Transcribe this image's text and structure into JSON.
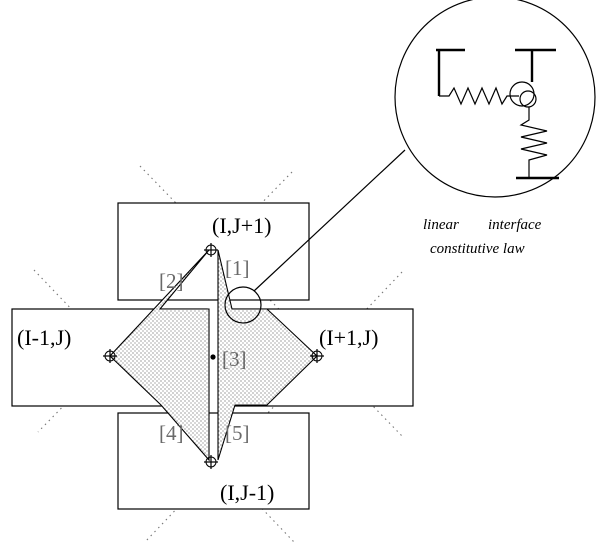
{
  "figure": {
    "elements": [
      {
        "label": "(I,J+1)"
      },
      {
        "label": "(I-1,J)"
      },
      {
        "label": "(I+1,J)"
      },
      {
        "label": "(I,J-1)"
      }
    ],
    "subregions": [
      "[1]",
      "[2]",
      "[3]",
      "[4]",
      "[5]"
    ],
    "caption": {
      "line1_word1": "linear",
      "line1_word2": "interface",
      "line2": "constitutive law"
    }
  }
}
